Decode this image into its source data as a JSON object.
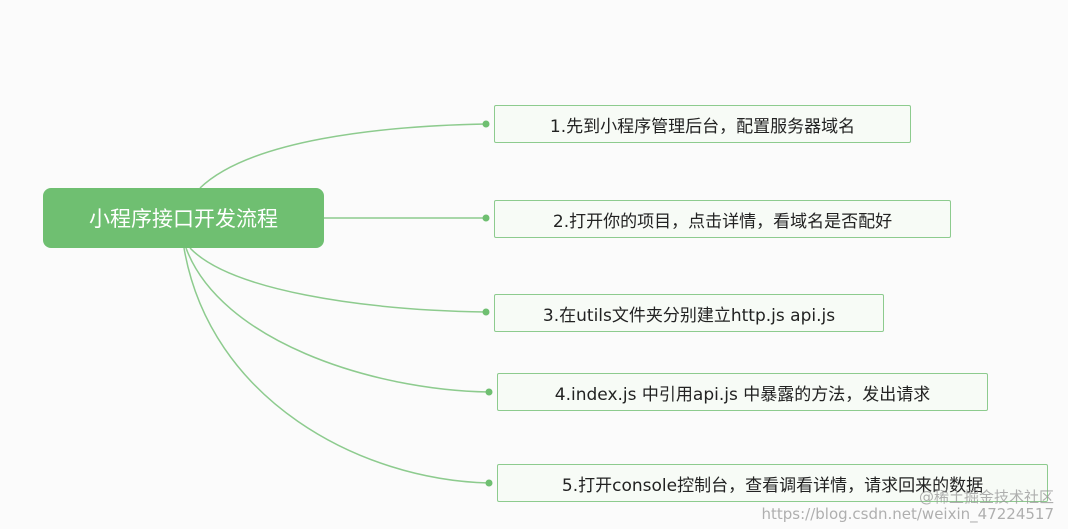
{
  "mindmap": {
    "central_topic": "小程序接口开发流程",
    "steps": [
      "1.先到小程序管理后台，配置服务器域名",
      "2.打开你的项目，点击详情，看域名是否配好",
      "3.在utils文件夹分别建立http.js api.js",
      "4.index.js 中引用api.js 中暴露的方法，发出请求",
      "5.打开console控制台，查看调看详情，请求回来的数据"
    ]
  },
  "watermark": {
    "line1": "@稀土掘金技术社区",
    "line2": "https://blog.csdn.net/weixin_47224517"
  },
  "colors": {
    "central_fill": "#6fbf71",
    "branch_line": "#8dcb8e",
    "node_border": "#8dcb8e",
    "node_fill": "#f7fbf6"
  }
}
